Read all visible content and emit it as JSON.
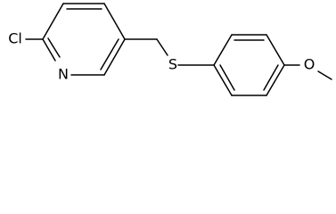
{
  "structure": {
    "atoms": {
      "chlorine": "Cl",
      "nitrogen": "N",
      "sulfur": "S",
      "oxygen": "O"
    },
    "colors": {
      "bond": "#000000",
      "text": "#000000",
      "background": "#ffffff"
    }
  }
}
